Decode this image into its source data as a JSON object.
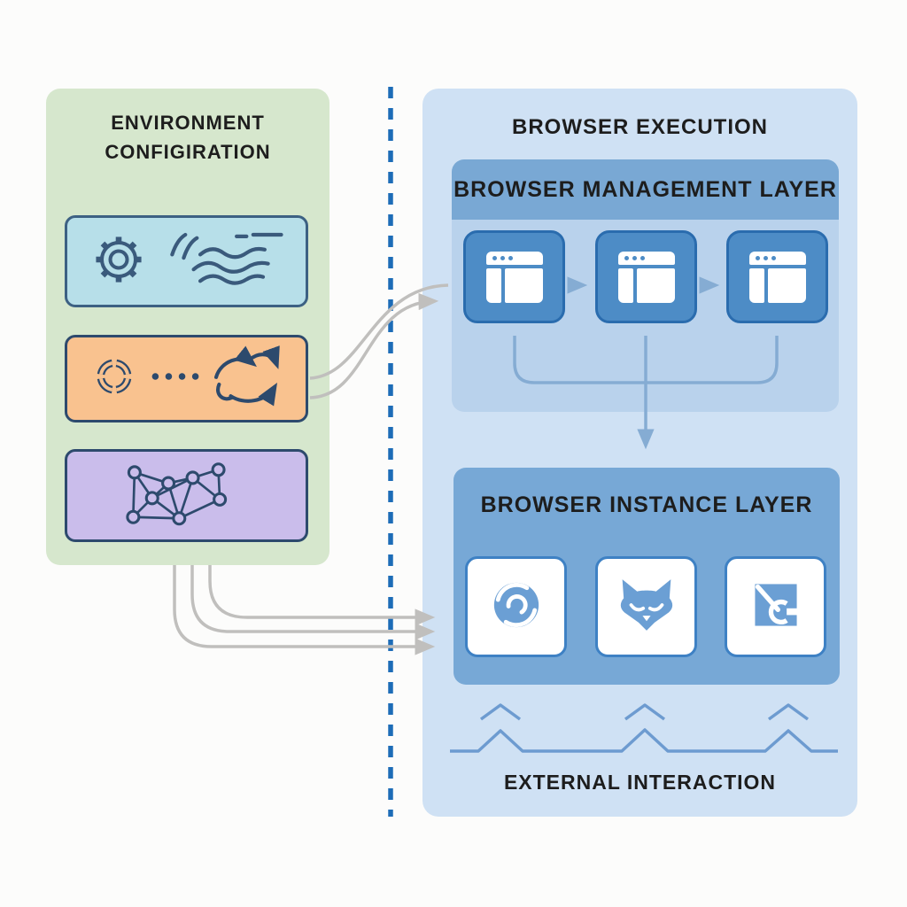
{
  "diagram": {
    "left_panel": {
      "title": "ENVIRONMENT CONFIGIRATION",
      "boxes": [
        {
          "name": "settings-box",
          "icons": [
            "gear-icon",
            "wavy-lines-icon"
          ]
        },
        {
          "name": "lifecycle-box",
          "icons": [
            "segmented-wheel-icon",
            "ellipsis-dots-icon",
            "sync-arrows-icon"
          ]
        },
        {
          "name": "network-box",
          "icons": [
            "network-graph-icon"
          ]
        }
      ]
    },
    "right_panel": {
      "title": "BROWSER EXECUTION",
      "management_layer": {
        "title": "BROWSER MANAGEMENT LAYER",
        "tiles": [
          "browser-window-icon",
          "browser-window-icon",
          "browser-window-icon"
        ]
      },
      "instance_layer": {
        "title": "BROWSER INSTANCE LAYER",
        "tiles": [
          "swirl-browser-icon",
          "fox-browser-icon",
          "compass-browser-icon"
        ]
      },
      "external": {
        "title": "EXTERNAL INTERACTION"
      }
    },
    "colors": {
      "left_panel_bg": "#d6e7cd",
      "settings_box_bg": "#b7dfe9",
      "lifecycle_box_bg": "#f9c28f",
      "network_box_bg": "#cabdeb",
      "icon_outline": "#2d4a6d",
      "right_panel_bg": "#cfe1f4",
      "management_header_bg": "#79a8d4",
      "management_body_bg": "#b9d2ec",
      "instance_panel_bg": "#77a8d6",
      "tile_bg": "#4d8cc6",
      "tile_border": "#2a6cae",
      "instance_icon_blue": "#6b9fd4",
      "divider_blue": "#1d6cb7",
      "connector_gray": "#c0bfbd",
      "connector_blue": "#85acd3",
      "zigzag_blue": "#6d9bd0"
    }
  }
}
